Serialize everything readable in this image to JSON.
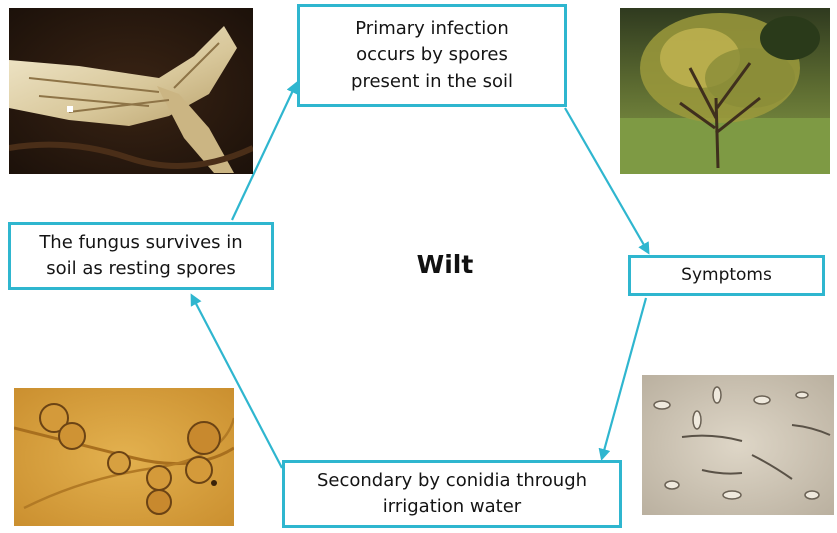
{
  "center_label": "Wilt",
  "nodes": {
    "primary": "Primary infection\noccurs by  spores\npresent in the soil",
    "symptoms": "Symptoms",
    "secondary": "Secondary by conidia through\nirrigation water",
    "survives": "The fungus survives in\nsoil as resting spores"
  },
  "colors": {
    "accent": "#2fb6cf",
    "text": "#141414"
  },
  "images": [
    {
      "name": "infected-root-photo"
    },
    {
      "name": "wilted-plant-photo"
    },
    {
      "name": "resting-spores-micrograph"
    },
    {
      "name": "conidia-micrograph"
    }
  ],
  "edges": [
    {
      "from": "primary",
      "to": "symptoms"
    },
    {
      "from": "symptoms",
      "to": "secondary"
    },
    {
      "from": "secondary",
      "to": "survives"
    },
    {
      "from": "survives",
      "to": "primary"
    }
  ]
}
